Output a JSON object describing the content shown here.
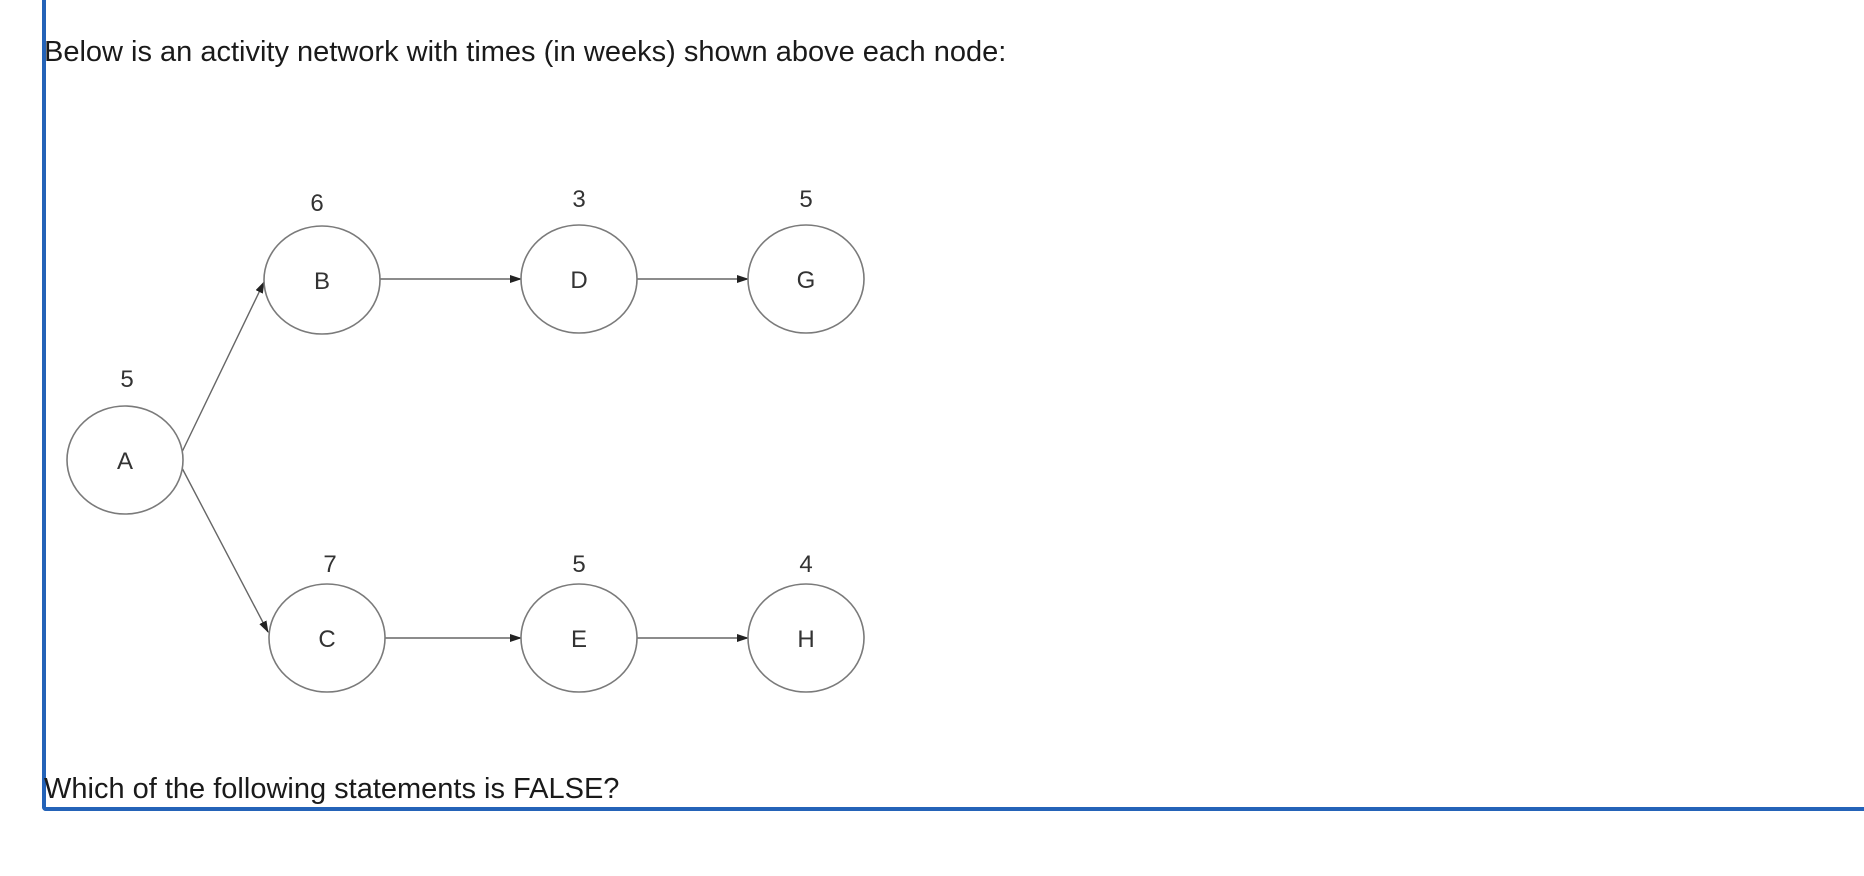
{
  "intro": "Below is an activity network with times (in weeks) shown above each node:",
  "question": "Which of the following statements is FALSE?",
  "network": {
    "nodes": [
      {
        "id": "A",
        "time": "5"
      },
      {
        "id": "B",
        "time": "6"
      },
      {
        "id": "C",
        "time": "7"
      },
      {
        "id": "D",
        "time": "3"
      },
      {
        "id": "E",
        "time": "5"
      },
      {
        "id": "G",
        "time": "5"
      },
      {
        "id": "H",
        "time": "4"
      }
    ],
    "edges": [
      {
        "from": "A",
        "to": "B"
      },
      {
        "from": "A",
        "to": "C"
      },
      {
        "from": "B",
        "to": "D"
      },
      {
        "from": "D",
        "to": "G"
      },
      {
        "from": "C",
        "to": "E"
      },
      {
        "from": "E",
        "to": "H"
      }
    ]
  },
  "colors": {
    "panel_border": "#2463b8",
    "node_stroke": "#7a7a7a",
    "edge": "#666666"
  }
}
